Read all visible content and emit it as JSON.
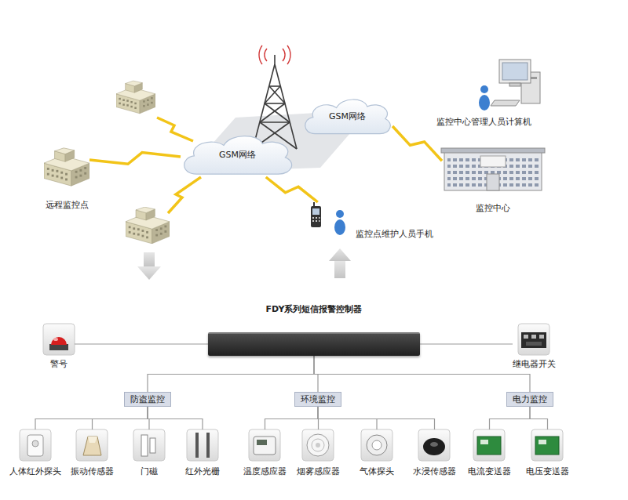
{
  "diagram": {
    "nodes": [
      {
        "text": [
          "远程监控点"
        ]
      },
      {
        "text": [
          "GSM网络"
        ]
      },
      {
        "text": [
          "GSM网络"
        ]
      },
      {
        "text": [
          "监控中心管理人员计算机"
        ]
      },
      {
        "text": [
          "监控中心"
        ]
      },
      {
        "text": [
          "监控点维护人员手机"
        ]
      },
      {
        "text": [
          "FDY系列短信报警控制器"
        ]
      },
      {
        "text": [
          "警号"
        ]
      },
      {
        "text": [
          "继电器开关"
        ]
      },
      {
        "text": [
          "防盗监控"
        ]
      },
      {
        "text": [
          "环境监控"
        ]
      },
      {
        "text": [
          "电力监控"
        ]
      },
      {
        "text": [
          "人体红外探头"
        ]
      },
      {
        "text": [
          "振动传感器"
        ]
      },
      {
        "text": [
          "门磁"
        ]
      },
      {
        "text": [
          "红外光栅"
        ]
      },
      {
        "text": [
          "温度感应器"
        ]
      },
      {
        "text": [
          "烟雾感应器"
        ]
      },
      {
        "text": [
          "气体探头"
        ]
      },
      {
        "text": [
          "水浸传感器"
        ]
      },
      {
        "text": [
          "电流变送器"
        ]
      },
      {
        "text": [
          "电压变送器"
        ]
      }
    ],
    "edges": [
      {
        "from": 0,
        "to": 1,
        "arrow": "none"
      },
      {
        "from": 1,
        "to": 5,
        "arrow": "none"
      },
      {
        "from": 2,
        "to": 4,
        "arrow": "none"
      },
      {
        "from": 6,
        "to": 7,
        "arrow": "none"
      },
      {
        "from": 6,
        "to": 8,
        "arrow": "none"
      },
      {
        "from": 6,
        "to": 9,
        "arrow": "none"
      },
      {
        "from": 6,
        "to": 10,
        "arrow": "none"
      },
      {
        "from": 6,
        "to": 11,
        "arrow": "none"
      },
      {
        "from": 9,
        "to": 12,
        "arrow": "none"
      },
      {
        "from": 9,
        "to": 13,
        "arrow": "none"
      },
      {
        "from": 9,
        "to": 14,
        "arrow": "none"
      },
      {
        "from": 9,
        "to": 15,
        "arrow": "none"
      },
      {
        "from": 10,
        "to": 16,
        "arrow": "none"
      },
      {
        "from": 10,
        "to": 17,
        "arrow": "none"
      },
      {
        "from": 10,
        "to": 18,
        "arrow": "none"
      },
      {
        "from": 10,
        "to": 19,
        "arrow": "none"
      },
      {
        "from": 11,
        "to": 20,
        "arrow": "none"
      },
      {
        "from": 11,
        "to": 21,
        "arrow": "none"
      }
    ]
  }
}
